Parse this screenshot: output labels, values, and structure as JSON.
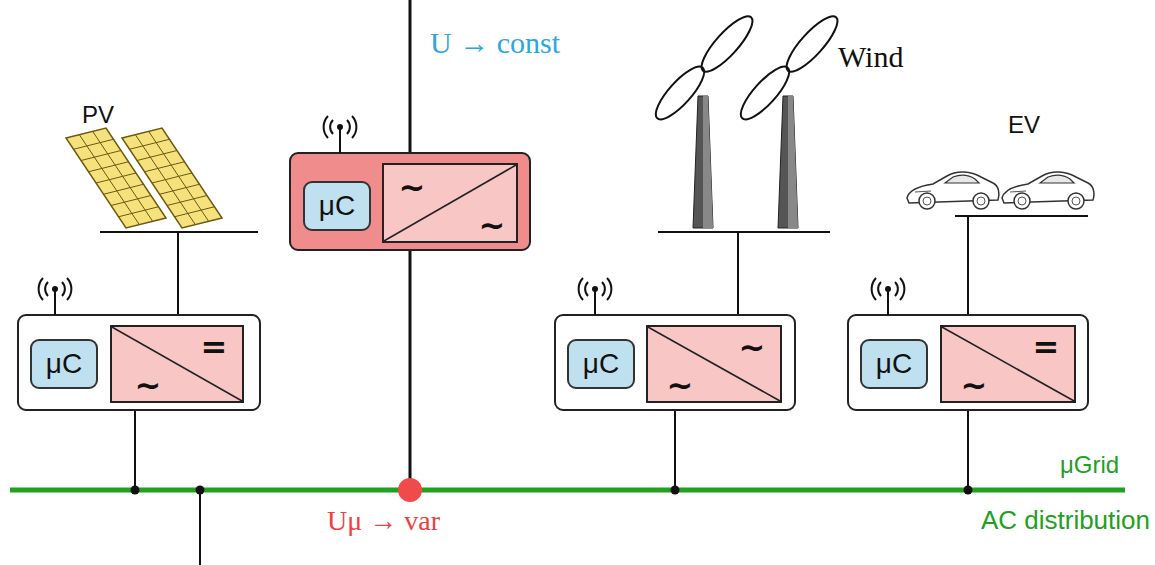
{
  "diagram": {
    "nodes": [
      {
        "text": [
          "μC"
        ]
      },
      {
        "text": [
          "~",
          "~"
        ]
      },
      {
        "text": [
          "μC"
        ]
      },
      {
        "text": [
          "=",
          "~"
        ]
      },
      {
        "text": [
          "μC"
        ]
      },
      {
        "text": [
          "~",
          "~"
        ]
      },
      {
        "text": [
          "μC"
        ]
      },
      {
        "text": [
          "=",
          "~"
        ]
      }
    ],
    "labels": [
      "U → const",
      "Wind",
      "PV",
      "EV",
      "μGrid",
      "Uμ → var",
      "AC distribution"
    ]
  }
}
